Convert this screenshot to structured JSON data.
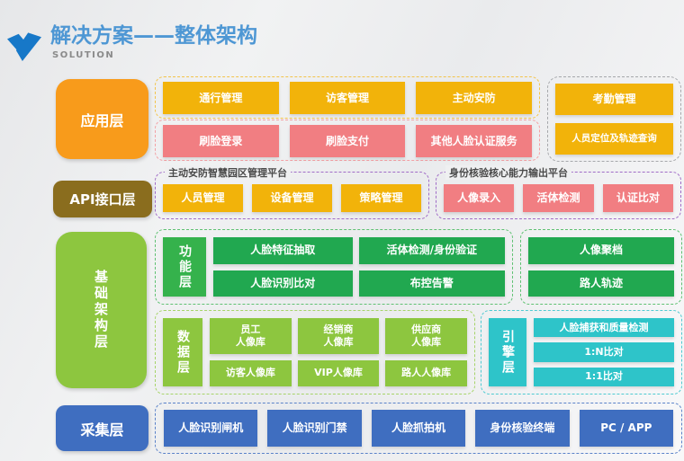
{
  "header": {
    "title": "解决方案——整体架构",
    "subtitle": "SOLUTION",
    "logo_icon": "y-check-logo"
  },
  "colors": {
    "title_blue": "#4E97D4",
    "orange": "#F89B1B",
    "gold": "#F2B30A",
    "pink": "#F17E82",
    "olive": "#8A6D1E",
    "green_label": "#35B24C",
    "green_box": "#21A850",
    "light_green": "#8DC63F",
    "teal": "#2EC4C9",
    "blue": "#3F6EC0"
  },
  "application": {
    "label": "应用层",
    "row1": [
      "通行管理",
      "访客管理",
      "主动安防"
    ],
    "row2": [
      "刷脸登录",
      "刷脸支付",
      "其他人脸认证服务"
    ],
    "side": [
      "考勤管理",
      "人员定位及轨迹查询"
    ]
  },
  "api": {
    "label": "API接口层",
    "left_platform": {
      "caption": "主动安防智慧园区管理平台",
      "items": [
        "人员管理",
        "设备管理",
        "策略管理"
      ]
    },
    "right_platform": {
      "caption": "身份核验核心能力输出平台",
      "items": [
        "人像录入",
        "活体检测",
        "认证比对"
      ]
    }
  },
  "infrastructure": {
    "label": "基础架构层",
    "function_layer": {
      "label": "功能层",
      "grid": [
        "人脸特征抽取",
        "活体检测/身份验证",
        "人脸识别比对",
        "布控告警"
      ],
      "side": [
        "人像聚档",
        "路人轨迹"
      ]
    },
    "data_layer": {
      "label": "数据层",
      "row1": [
        "员工\n人像库",
        "经销商\n人像库",
        "供应商\n人像库"
      ],
      "row2": [
        "访客人像库",
        "VIP人像库",
        "路人人像库"
      ]
    },
    "engine_layer": {
      "label": "引擎层",
      "items": [
        "人脸捕获和质量检测",
        "1:N比对",
        "1:1比对"
      ]
    }
  },
  "collection": {
    "label": "采集层",
    "items": [
      "人脸识别闸机",
      "人脸识别门禁",
      "人脸抓拍机",
      "身份核验终端",
      "PC / APP"
    ]
  }
}
